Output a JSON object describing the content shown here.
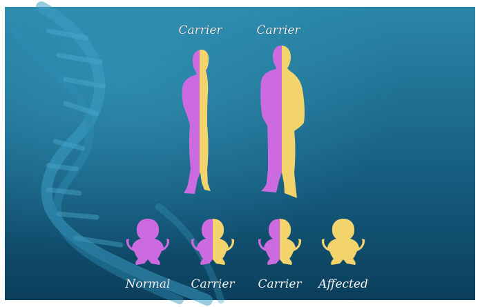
{
  "colors": {
    "background_top": "#2a86a8",
    "background_bottom": "#0b3f5c",
    "carrier_left": "#cc6be0",
    "carrier_right": "#f3d36b",
    "normal": "#cc6be0",
    "affected": "#f3d36b"
  },
  "parents": [
    {
      "label": "Carrier",
      "type": "carrier"
    },
    {
      "label": "Carrier",
      "type": "carrier"
    }
  ],
  "children": [
    {
      "label": "Normal",
      "type": "normal"
    },
    {
      "label": "Carrier",
      "type": "carrier"
    },
    {
      "label": "Carrier",
      "type": "carrier"
    },
    {
      "label": "Affected",
      "type": "affected"
    }
  ]
}
